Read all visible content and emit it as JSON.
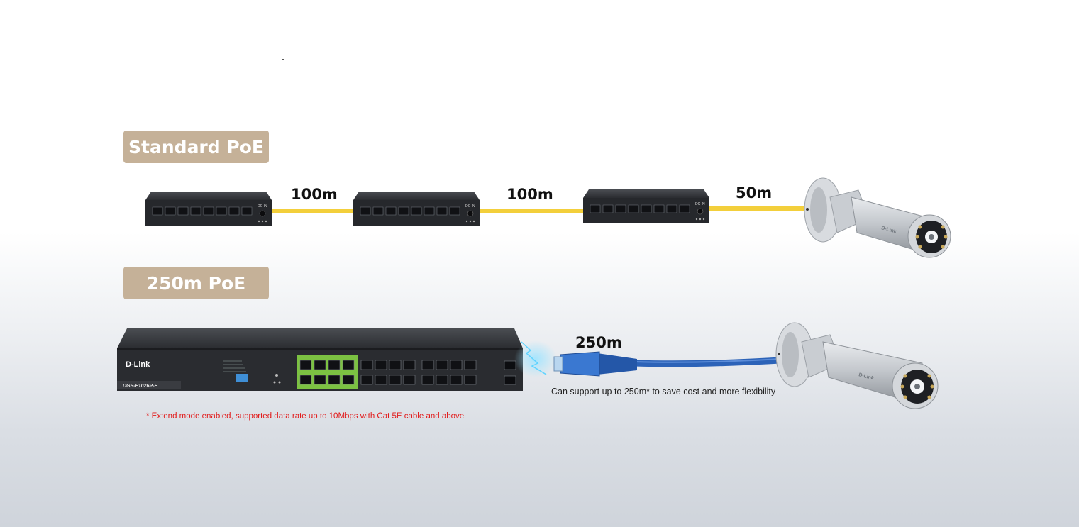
{
  "sections": {
    "standard": {
      "label": "Standard PoE",
      "segments": [
        "100m",
        "100m",
        "50m"
      ]
    },
    "extended": {
      "label": "250m PoE",
      "segment": "250m",
      "caption": "Can support up to 250m* to save cost and more flexibility",
      "footnote": "* Extend mode enabled, supported data rate up to 10Mbps with Cat 5E cable and above"
    }
  },
  "devices": {
    "switch_brand": "D-Link",
    "switch_model": "DGS-F1026P-E",
    "camera_brand": "D-Link",
    "small_switch_port_label": "DC IN"
  },
  "colors": {
    "badge": "#c5b198",
    "standard_cable": "#f3cf3b",
    "extended_cable": "#2c63b8",
    "port_group_highlight": "#7cc242",
    "footnote": "#e21b1b"
  }
}
